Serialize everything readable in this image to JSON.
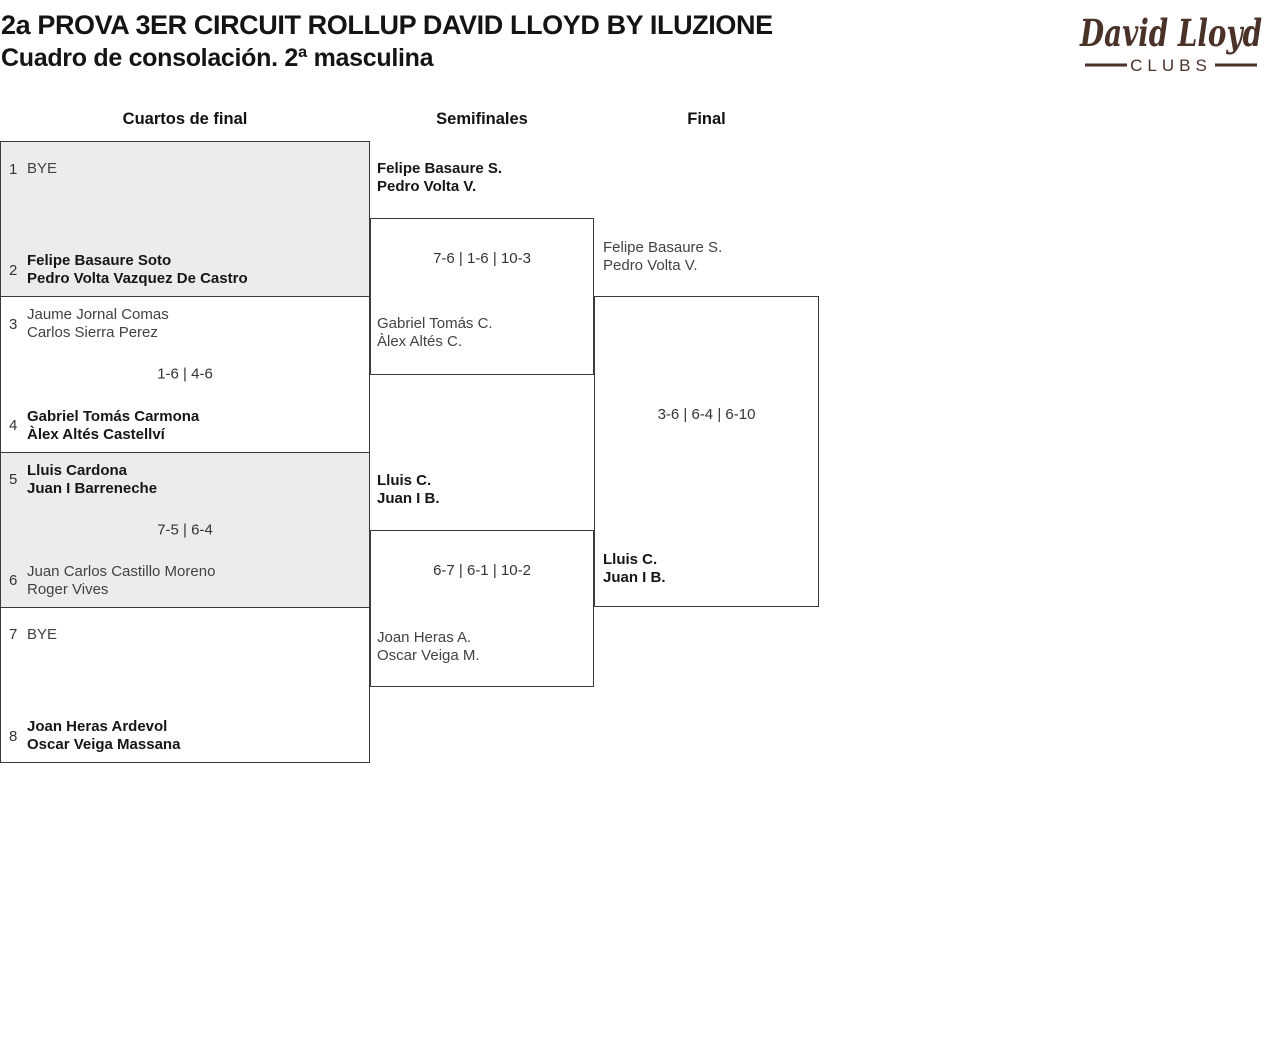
{
  "header": {
    "title_line1": "2a PROVA 3ER CIRCUIT ROLLUP DAVID LLOYD BY ILUZIONE",
    "title_line2": "Cuadro de consolación. 2ª masculina"
  },
  "logo": {
    "brand": "David Lloyd",
    "subtitle": "CLUBS",
    "brand_color": "#4b3229"
  },
  "columns": [
    "Cuartos de final",
    "Semifinales",
    "Final"
  ],
  "colors": {
    "shaded_cell": "#ececec",
    "border": "#3a3a3a",
    "winner_text": "#161616",
    "regular_text": "#424242"
  },
  "bracket": {
    "quarterfinals": [
      {
        "top": {
          "seed": "1",
          "players": [
            "BYE"
          ]
        },
        "score": "",
        "bottom": {
          "seed": "2",
          "players": [
            "Felipe Basaure Soto",
            "Pedro Volta Vazquez De Castro"
          ]
        }
      },
      {
        "top": {
          "seed": "3",
          "players": [
            "Jaume Jornal Comas",
            "Carlos Sierra Perez"
          ]
        },
        "score": "1-6 | 4-6",
        "bottom": {
          "seed": "4",
          "players": [
            "Gabriel Tomás Carmona",
            "Àlex Altés Castellví"
          ]
        }
      },
      {
        "top": {
          "seed": "5",
          "players": [
            "Lluis Cardona",
            "Juan I Barreneche"
          ]
        },
        "score": "7-5 | 6-4",
        "bottom": {
          "seed": "6",
          "players": [
            "Juan Carlos Castillo Moreno",
            "Roger Vives"
          ]
        }
      },
      {
        "top": {
          "seed": "7",
          "players": [
            "BYE"
          ]
        },
        "score": "",
        "bottom": {
          "seed": "8",
          "players": [
            "Joan Heras Ardevol",
            "Oscar Veiga Massana"
          ]
        }
      }
    ],
    "semifinals": [
      {
        "top": {
          "players": [
            "Felipe Basaure S.",
            "Pedro Volta V."
          ]
        },
        "score": "7-6 | 1-6 | 10-3",
        "bottom": {
          "players": [
            "Gabriel Tomás C.",
            "Àlex Altés C."
          ]
        }
      },
      {
        "top": {
          "players": [
            "Lluis C.",
            "Juan I B."
          ]
        },
        "score": "6-7 | 6-1 | 10-2",
        "bottom": {
          "players": [
            "Joan Heras A.",
            "Oscar Veiga M."
          ]
        }
      }
    ],
    "final": {
      "top": {
        "players": [
          "Felipe Basaure S.",
          "Pedro Volta V."
        ]
      },
      "score": "3-6 | 6-4 | 6-10",
      "bottom": {
        "players": [
          "Lluis C.",
          "Juan I B."
        ]
      }
    }
  }
}
